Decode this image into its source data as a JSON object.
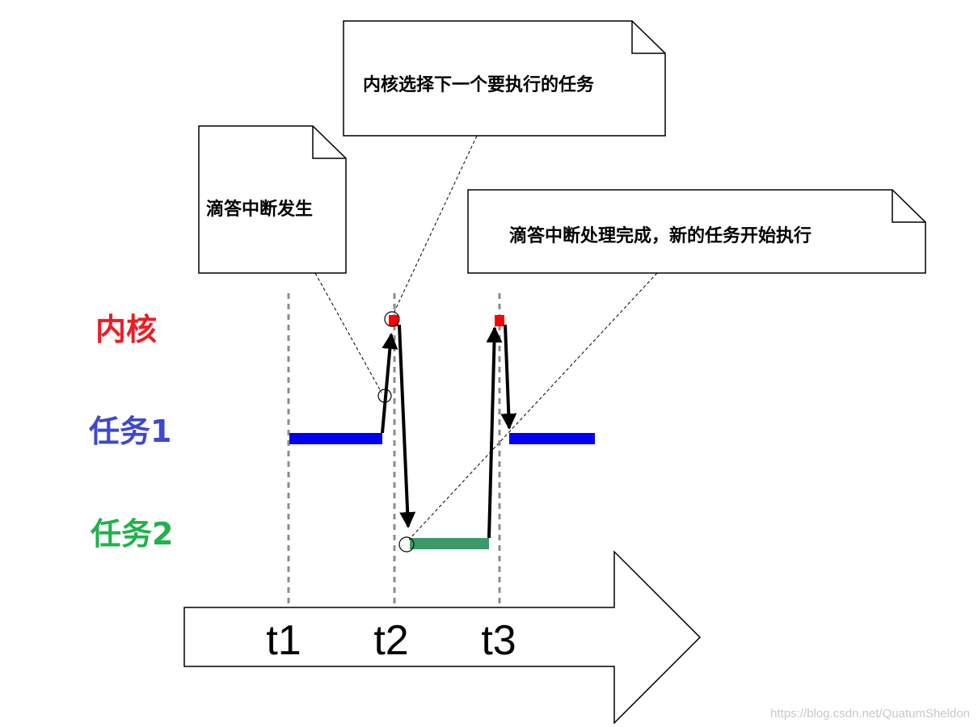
{
  "notes": {
    "tick_interrupt": "滴答中断发生",
    "kernel_select": "内核选择下一个要执行的任务",
    "tick_done": "滴答中断处理完成，新的任务开始执行"
  },
  "lanes": {
    "kernel": {
      "label": "内核",
      "color": "#ee1c24"
    },
    "task1": {
      "label": "任务1",
      "color": "#3f48cc"
    },
    "task2": {
      "label": "任务2",
      "color": "#22b14c"
    }
  },
  "timeline": {
    "ticks": [
      "t1",
      "t2",
      "t3"
    ]
  },
  "colors": {
    "task1_bar": "#0000ee",
    "task2_bar": "#3a9a68",
    "kernel_marker": "#ff0000"
  },
  "watermark": "https://blog.csdn.net/QuatumSheldon"
}
